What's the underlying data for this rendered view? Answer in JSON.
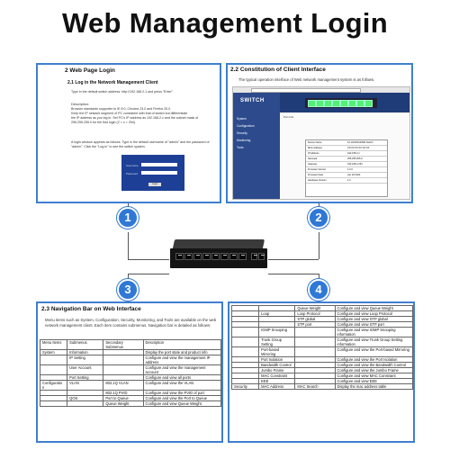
{
  "title": "Web Management Login",
  "panel1": {
    "heading": "2 Web Page Login",
    "subheading": "2.1 Log in the Network Management Client",
    "para": "Type in the default switch address: http://192.168.2.1 and press \"Enter\"",
    "desc_label": "Description:",
    "desc_lines": [
      "Browser standards supporter to IE 8.0, Chrome 23.0 and Firefox 20.0",
      "Keep the IP network segment of PC consistent with that of switch but differentiate",
      "the IP address as you log in. Set PC's IP address as 192.168.2.x and the subnet mask of",
      "255.255.255.0 for the first login (2 < x < 254)."
    ],
    "para2": "A login window appears as follows. Type in the default username of \"admin\" and the password of \"admin\". Click the \"Log in\" to see the switch system.",
    "login_username_label": "Username",
    "login_password_label": "Password",
    "login_button": "Login"
  },
  "panel2": {
    "heading": "2.2 Constitution of Client Interface",
    "para": "The typical operation interface of Web network management system is as follows.",
    "logo": "SWITCH",
    "menu": [
      "System",
      "Configuration",
      "Security",
      "Monitoring",
      "Tools"
    ],
    "section_label": "Port Info",
    "info_rows": [
      {
        "k": "Device Name",
        "v": "16 10/100/1000M Switch"
      },
      {
        "k": "MAC Address",
        "v": "XX:XX:XX:XX:XX:XX"
      },
      {
        "k": "IP Address",
        "v": "192.168.2.1"
      },
      {
        "k": "Netmask",
        "v": "255.255.255.0"
      },
      {
        "k": "Gateway",
        "v": "192.168.2.254"
      },
      {
        "k": "Firmware Version",
        "v": "1.0.0"
      },
      {
        "k": "Firmware Date",
        "v": "Jan 18 2022"
      },
      {
        "k": "Hardware Version",
        "v": "1.0"
      }
    ]
  },
  "panel3": {
    "heading": "2.3 Navigation Bar on Web Interface",
    "para": "Menu items such as System, Configuration, Security, Monitoring, and Tools are available on the web network management client. Each item contains submenus. Navigation bar is detailed as follows:",
    "rows": [
      [
        "Menu Items",
        "Submenus",
        "Secondary Submenus",
        "Description"
      ],
      [
        "System",
        "Information",
        "",
        "Display the port state and product info"
      ],
      [
        "",
        "IP Setting",
        "",
        "Configure and view the management IP address"
      ],
      [
        "",
        "User Account",
        "",
        "Configure and view the management account"
      ],
      [
        "",
        "Port Setting",
        "",
        "Configure and view all ports"
      ],
      [
        "Configuratio n",
        "VLAN",
        "802.1Q VLAN",
        "Configure and view the VLAN"
      ],
      [
        "",
        "",
        "802.1Q PVID",
        "Configure and view the PVID of port"
      ],
      [
        "",
        "QOS",
        "Port to Queue",
        "Configure and view the Port to Queue"
      ],
      [
        "",
        "",
        "Queue Weight",
        "Configure and view Queue Weight"
      ]
    ]
  },
  "panel4": {
    "rows": [
      [
        "",
        "",
        "Queue Weight",
        "Configure and view Queue Weight"
      ],
      [
        "",
        "Loop",
        "Loop Protocol",
        "Configure and view Loop Protocol"
      ],
      [
        "",
        "",
        "STP global",
        "Configure and view STP global"
      ],
      [
        "",
        "",
        "STP port",
        "Configure and view STP port"
      ],
      [
        "",
        "IGMP Snooping",
        "",
        "Configure and view IGMP Snooping information"
      ],
      [
        "",
        "Trunk Group Setting",
        "",
        "Configure and view Trunk Group Setting information"
      ],
      [
        "",
        "Port-based Mirroring",
        "",
        "Configure and view the Port-based Mirroring"
      ],
      [
        "",
        "Port Isolation",
        "",
        "Configure and view the Port Isolation"
      ],
      [
        "",
        "Bandwidth Control",
        "",
        "Configure and view the Bandwidth Control"
      ],
      [
        "",
        "Jumbo Frame",
        "",
        "Configure and view the Jumbo Frame"
      ],
      [
        "",
        "MAC Constraint",
        "",
        "Configure and view MAC Constraint"
      ],
      [
        "",
        "EEE",
        "",
        "Configure and view EEE"
      ],
      [
        "Security",
        "MAC Address",
        "MAC Search",
        "Display the mac address table"
      ]
    ]
  },
  "badges": [
    "1",
    "2",
    "3",
    "4"
  ]
}
